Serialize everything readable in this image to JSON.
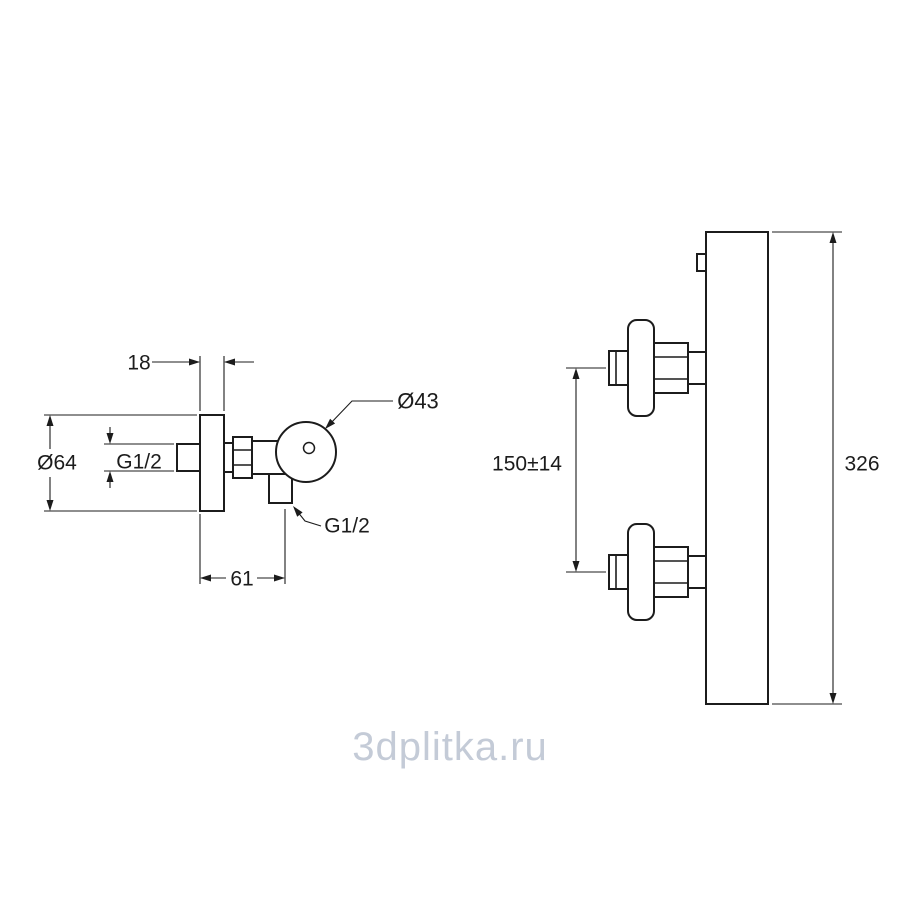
{
  "colors": {
    "line": "#1c1c1c",
    "watermark": "#c4cbd7",
    "background": "#ffffff"
  },
  "side_view": {
    "thickness_label": "18",
    "escutcheon_diameter_label": "Ø64",
    "inlet_thread_label": "G1/2",
    "handle_diameter_label": "Ø43",
    "outlet_thread_label": "G1/2",
    "depth_label": "61"
  },
  "front_view": {
    "spacing_label": "150±14",
    "height_label": "326"
  },
  "watermark": {
    "text": "3dplitka.ru"
  }
}
